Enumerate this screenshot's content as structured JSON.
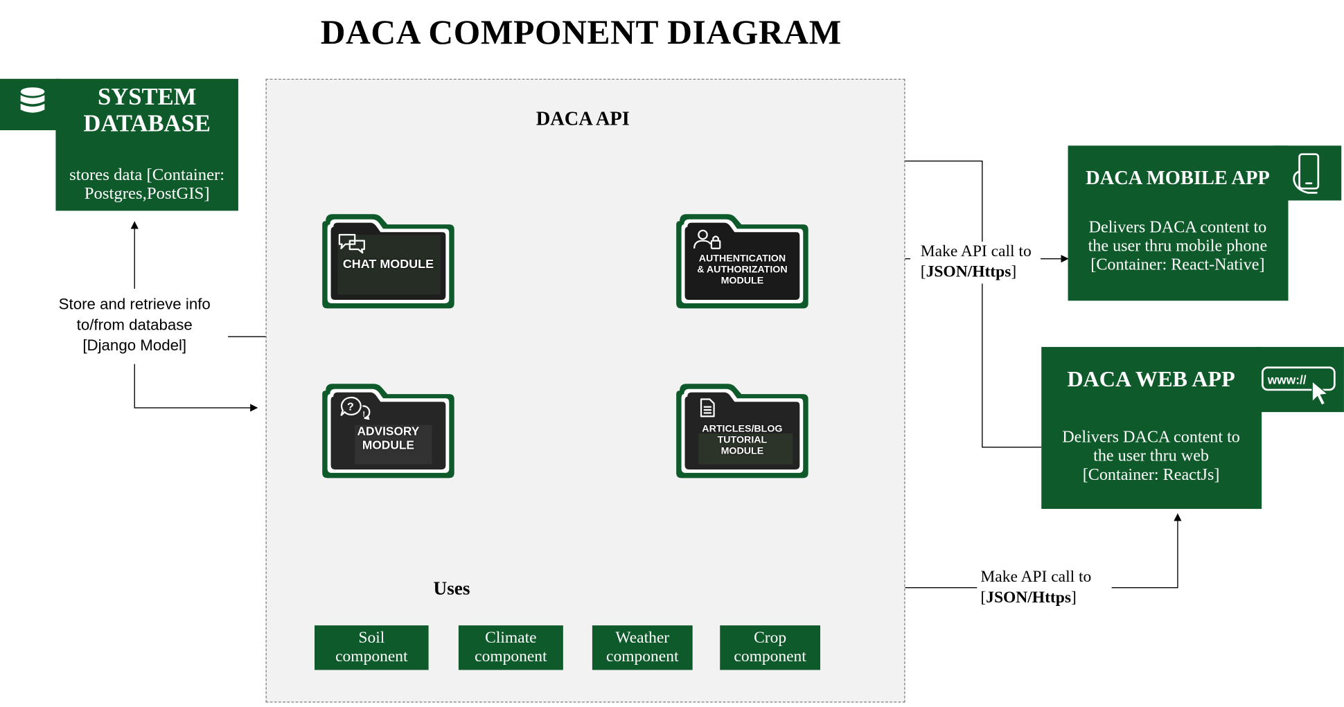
{
  "title": "DACA COMPONENT DIAGRAM",
  "api": {
    "title": "DACA API"
  },
  "database": {
    "title_line1": "SYSTEM",
    "title_line2": "DATABASE",
    "desc_line1": "stores data [Container:",
    "desc_line2": "Postgres,PostGIS]",
    "icon": "database-icon"
  },
  "mobile_app": {
    "title": "DACA MOBILE APP",
    "desc_line1": "Delivers DACA content to",
    "desc_line2": "the user thru mobile phone",
    "desc_line3": "[Container: React-Native]",
    "icon": "mobile-phone-icon"
  },
  "web_app": {
    "title": "DACA WEB APP",
    "desc_line1": "Delivers DACA content to",
    "desc_line2": "the user thru web",
    "desc_line3": "[Container: ReactJs]",
    "icon": "www-cursor-icon",
    "icon_text": "www://"
  },
  "modules": {
    "chat": {
      "line1": "CHAT MODULE",
      "icon": "chat-bubbles-icon"
    },
    "auth": {
      "line1": "AUTHENTICATION",
      "line2": "& AUTHORIZATION",
      "line3": "MODULE",
      "icon": "user-lock-icon"
    },
    "advisory": {
      "line1": "ADVISORY",
      "line2": "MODULE",
      "icon": "question-bubble-icon"
    },
    "articles": {
      "line1": "ARTICLES/BLOG",
      "line2": "TUTORIAL",
      "line3": "MODULE",
      "icon": "document-icon"
    }
  },
  "labels": {
    "store_line1": "Store and retrieve info",
    "store_line2": "to/from database",
    "store_line3": "[Django Model]",
    "api_call_top_line1": "Make API call to",
    "api_call_top_line2": "JSON/Https",
    "api_call_bottom_line1": "Make API call  to",
    "api_call_bottom_line2": "JSON/Https",
    "uses": "Uses"
  },
  "components": {
    "soil": {
      "line1": "Soil",
      "line2": "component"
    },
    "climate": {
      "line1": "Climate",
      "line2": "component"
    },
    "weather": {
      "line1": "Weather",
      "line2": "component"
    },
    "crop": {
      "line1": "Crop",
      "line2": "component"
    }
  },
  "colors": {
    "green": "#0f5a2b",
    "api_background": "#f2f2f2",
    "module_dark": "#1e1e1e"
  }
}
